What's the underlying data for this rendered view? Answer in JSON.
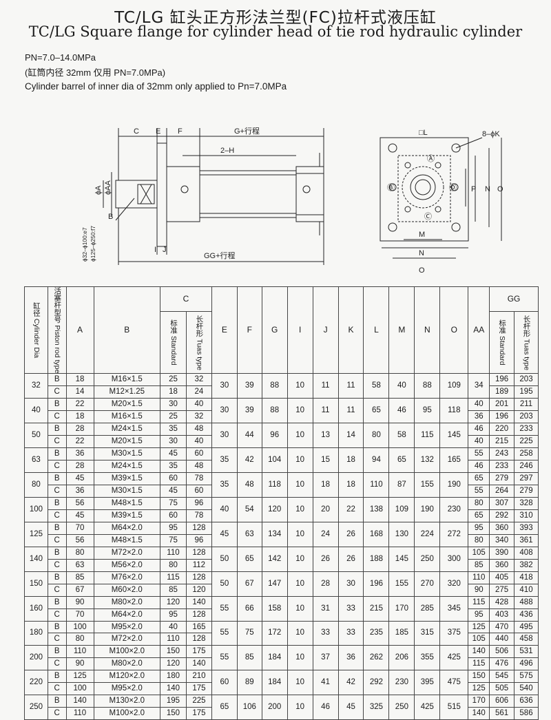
{
  "title_cn": "TC/LG 缸头正方形法兰型(FC)拉杆式液压缸",
  "title_en": "TC/LG Square flange for cylinder head of tie rod hydraulic cylinder",
  "spec_pn": "PN=7.0–14.0MPa",
  "spec_cn": "(缸筒内径 32mm 仅用 PN=7.0MPa)",
  "spec_en": "Cylinder barrel of inner dia of 32mm  only applied to Pn=7.0MPa",
  "drawing": {
    "c": "C",
    "e": "E",
    "f": "F",
    "g": "G+行程",
    "h": "2–H",
    "aa": "ϕAA",
    "a": "ϕA",
    "b": "B",
    "i": "I",
    "j": "J",
    "gg": "GG+行程",
    "fit1": "ϕ32–ϕ100:e7",
    "fit2": "ϕ125–ϕ250:f7",
    "l": "□L",
    "k": "8–ϕK",
    "m": "M",
    "n": "N",
    "o": "O",
    "p": "P",
    "ca": "Ⓐ",
    "cb": "Ⓑ",
    "cc": "Ⓒ",
    "cd": "Ⓓ"
  },
  "table": {
    "h_bore": "缸径 Cylinder Dia",
    "h_rod": "活塞杆型号 Piston rod type",
    "h_a": "A",
    "h_b": "B",
    "h_c": "C",
    "h_std": "标准 Standard",
    "h_tie": "长杆形 Tuas type",
    "h_e": "E",
    "h_f": "F",
    "h_g": "G",
    "h_i": "I",
    "h_j": "J",
    "h_k": "K",
    "h_l": "L",
    "h_m": "M",
    "h_n": "N",
    "h_o": "O",
    "h_aa": "AA",
    "h_gg": "GG",
    "groups": [
      {
        "bore": "32",
        "e": "30",
        "f": "39",
        "g": "88",
        "i": "10",
        "j": "11",
        "k": "11",
        "l": "58",
        "m": "40",
        "n": "88",
        "o": "109",
        "aa": "34",
        "rows": [
          {
            "rod": "B",
            "a": "18",
            "b": "M16×1.5",
            "cs": "25",
            "ct": "32",
            "aa": "",
            "gs": "196",
            "gt": "203"
          },
          {
            "rod": "C",
            "a": "14",
            "b": "M12×1.25",
            "cs": "18",
            "ct": "24",
            "aa": "",
            "gs": "189",
            "gt": "195"
          }
        ]
      },
      {
        "bore": "40",
        "e": "30",
        "f": "39",
        "g": "88",
        "i": "10",
        "j": "11",
        "k": "11",
        "l": "65",
        "m": "46",
        "n": "95",
        "o": "118",
        "aa": "",
        "rows": [
          {
            "rod": "B",
            "a": "22",
            "b": "M20×1.5",
            "cs": "30",
            "ct": "40",
            "aa": "40",
            "gs": "201",
            "gt": "211"
          },
          {
            "rod": "C",
            "a": "18",
            "b": "M16×1.5",
            "cs": "25",
            "ct": "32",
            "aa": "36",
            "gs": "196",
            "gt": "203"
          }
        ]
      },
      {
        "bore": "50",
        "e": "30",
        "f": "44",
        "g": "96",
        "i": "10",
        "j": "13",
        "k": "14",
        "l": "80",
        "m": "58",
        "n": "115",
        "o": "145",
        "aa": "",
        "rows": [
          {
            "rod": "B",
            "a": "28",
            "b": "M24×1.5",
            "cs": "35",
            "ct": "48",
            "aa": "46",
            "gs": "220",
            "gt": "233"
          },
          {
            "rod": "C",
            "a": "22",
            "b": "M20×1.5",
            "cs": "30",
            "ct": "40",
            "aa": "40",
            "gs": "215",
            "gt": "225"
          }
        ]
      },
      {
        "bore": "63",
        "e": "35",
        "f": "42",
        "g": "104",
        "i": "10",
        "j": "15",
        "k": "18",
        "l": "94",
        "m": "65",
        "n": "132",
        "o": "165",
        "aa": "",
        "rows": [
          {
            "rod": "B",
            "a": "36",
            "b": "M30×1.5",
            "cs": "45",
            "ct": "60",
            "aa": "55",
            "gs": "243",
            "gt": "258"
          },
          {
            "rod": "C",
            "a": "28",
            "b": "M24×1.5",
            "cs": "35",
            "ct": "48",
            "aa": "46",
            "gs": "233",
            "gt": "246"
          }
        ]
      },
      {
        "bore": "80",
        "e": "35",
        "f": "48",
        "g": "118",
        "i": "10",
        "j": "18",
        "k": "18",
        "l": "110",
        "m": "87",
        "n": "155",
        "o": "190",
        "aa": "",
        "rows": [
          {
            "rod": "B",
            "a": "45",
            "b": "M39×1.5",
            "cs": "60",
            "ct": "78",
            "aa": "65",
            "gs": "279",
            "gt": "297"
          },
          {
            "rod": "C",
            "a": "36",
            "b": "M30×1.5",
            "cs": "45",
            "ct": "60",
            "aa": "55",
            "gs": "264",
            "gt": "279"
          }
        ]
      },
      {
        "bore": "100",
        "e": "40",
        "f": "54",
        "g": "120",
        "i": "10",
        "j": "20",
        "k": "22",
        "l": "138",
        "m": "109",
        "n": "190",
        "o": "230",
        "aa": "",
        "rows": [
          {
            "rod": "B",
            "a": "56",
            "b": "M48×1.5",
            "cs": "75",
            "ct": "96",
            "aa": "80",
            "gs": "307",
            "gt": "328"
          },
          {
            "rod": "C",
            "a": "45",
            "b": "M39×1.5",
            "cs": "60",
            "ct": "78",
            "aa": "65",
            "gs": "292",
            "gt": "310"
          }
        ]
      },
      {
        "bore": "125",
        "e": "45",
        "f": "63",
        "g": "134",
        "i": "10",
        "j": "24",
        "k": "26",
        "l": "168",
        "m": "130",
        "n": "224",
        "o": "272",
        "aa": "",
        "rows": [
          {
            "rod": "B",
            "a": "70",
            "b": "M64×2.0",
            "cs": "95",
            "ct": "128",
            "aa": "95",
            "gs": "360",
            "gt": "393"
          },
          {
            "rod": "C",
            "a": "56",
            "b": "M48×1.5",
            "cs": "75",
            "ct": "96",
            "aa": "80",
            "gs": "340",
            "gt": "361"
          }
        ]
      },
      {
        "bore": "140",
        "e": "50",
        "f": "65",
        "g": "142",
        "i": "10",
        "j": "26",
        "k": "26",
        "l": "188",
        "m": "145",
        "n": "250",
        "o": "300",
        "aa": "",
        "rows": [
          {
            "rod": "B",
            "a": "80",
            "b": "M72×2.0",
            "cs": "110",
            "ct": "128",
            "aa": "105",
            "gs": "390",
            "gt": "408"
          },
          {
            "rod": "C",
            "a": "63",
            "b": "M56×2.0",
            "cs": "80",
            "ct": "112",
            "aa": "85",
            "gs": "360",
            "gt": "382"
          }
        ]
      },
      {
        "bore": "150",
        "e": "50",
        "f": "67",
        "g": "147",
        "i": "10",
        "j": "28",
        "k": "30",
        "l": "196",
        "m": "155",
        "n": "270",
        "o": "320",
        "aa": "",
        "rows": [
          {
            "rod": "B",
            "a": "85",
            "b": "M76×2.0",
            "cs": "115",
            "ct": "128",
            "aa": "110",
            "gs": "405",
            "gt": "418"
          },
          {
            "rod": "C",
            "a": "67",
            "b": "M60×2.0",
            "cs": "85",
            "ct": "120",
            "aa": "90",
            "gs": "275",
            "gt": "410"
          }
        ]
      },
      {
        "bore": "160",
        "e": "55",
        "f": "66",
        "g": "158",
        "i": "10",
        "j": "31",
        "k": "33",
        "l": "215",
        "m": "170",
        "n": "285",
        "o": "345",
        "aa": "",
        "rows": [
          {
            "rod": "B",
            "a": "90",
            "b": "M80×2.0",
            "cs": "120",
            "ct": "140",
            "aa": "115",
            "gs": "428",
            "gt": "488"
          },
          {
            "rod": "C",
            "a": "70",
            "b": "M64×2.0",
            "cs": "95",
            "ct": "128",
            "aa": "95",
            "gs": "403",
            "gt": "436"
          }
        ]
      },
      {
        "bore": "180",
        "e": "55",
        "f": "75",
        "g": "172",
        "i": "10",
        "j": "33",
        "k": "33",
        "l": "235",
        "m": "185",
        "n": "315",
        "o": "375",
        "aa": "",
        "rows": [
          {
            "rod": "B",
            "a": "100",
            "b": "M95×2.0",
            "cs": "40",
            "ct": "165",
            "aa": "125",
            "gs": "470",
            "gt": "495"
          },
          {
            "rod": "C",
            "a": "80",
            "b": "M72×2.0",
            "cs": "110",
            "ct": "128",
            "aa": "105",
            "gs": "440",
            "gt": "458"
          }
        ]
      },
      {
        "bore": "200",
        "e": "55",
        "f": "85",
        "g": "184",
        "i": "10",
        "j": "37",
        "k": "36",
        "l": "262",
        "m": "206",
        "n": "355",
        "o": "425",
        "aa": "",
        "rows": [
          {
            "rod": "B",
            "a": "110",
            "b": "M100×2.0",
            "cs": "150",
            "ct": "175",
            "aa": "140",
            "gs": "506",
            "gt": "531"
          },
          {
            "rod": "C",
            "a": "90",
            "b": "M80×2.0",
            "cs": "120",
            "ct": "140",
            "aa": "115",
            "gs": "476",
            "gt": "496"
          }
        ]
      },
      {
        "bore": "220",
        "e": "60",
        "f": "89",
        "g": "184",
        "i": "10",
        "j": "41",
        "k": "42",
        "l": "292",
        "m": "230",
        "n": "395",
        "o": "475",
        "aa": "",
        "rows": [
          {
            "rod": "B",
            "a": "125",
            "b": "M120×2.0",
            "cs": "180",
            "ct": "210",
            "aa": "150",
            "gs": "545",
            "gt": "575"
          },
          {
            "rod": "C",
            "a": "100",
            "b": "M95×2.0",
            "cs": "140",
            "ct": "175",
            "aa": "125",
            "gs": "505",
            "gt": "540"
          }
        ]
      },
      {
        "bore": "250",
        "e": "65",
        "f": "106",
        "g": "200",
        "i": "10",
        "j": "46",
        "k": "45",
        "l": "325",
        "m": "250",
        "n": "425",
        "o": "515",
        "aa": "",
        "rows": [
          {
            "rod": "B",
            "a": "140",
            "b": "M130×2.0",
            "cs": "195",
            "ct": "225",
            "aa": "170",
            "gs": "606",
            "gt": "636"
          },
          {
            "rod": "C",
            "a": "110",
            "b": "M100×2.0",
            "cs": "150",
            "ct": "175",
            "aa": "140",
            "gs": "561",
            "gt": "586"
          }
        ]
      }
    ]
  }
}
